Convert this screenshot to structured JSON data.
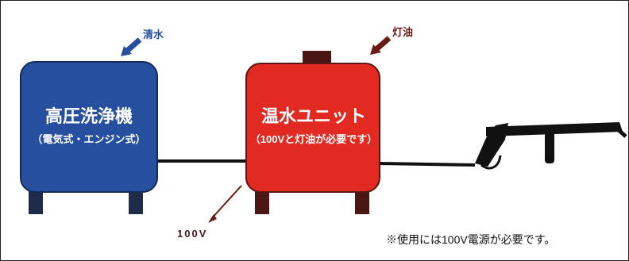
{
  "pressure_washer": {
    "title": "高圧洗浄機",
    "subtitle": "（電気式・エンジン式）",
    "input_label": "清水",
    "body_color": "#26509f"
  },
  "hot_water_unit": {
    "title": "温水ユニット",
    "subtitle": "（100Vと灯油が必要です）",
    "input_label": "灯油",
    "body_color": "#e22a22"
  },
  "power_label": "100V",
  "footnote": "※使用には100V電源が必要です。",
  "colors": {
    "arrow_blue": "#26509f",
    "arrow_dark_red": "#6b1b16",
    "leg_blue": "#1f2c49",
    "leg_red": "#4a1714",
    "hose": "#111111"
  },
  "icons": [
    "washer-unit",
    "hot-water-unit",
    "spray-gun-icon",
    "inlet-arrow-icon",
    "power-arrow-icon"
  ]
}
